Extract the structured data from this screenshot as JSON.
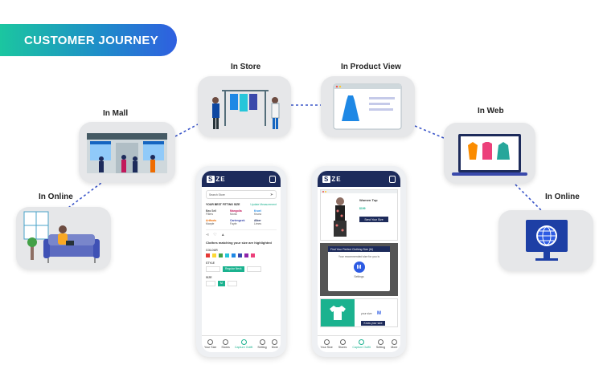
{
  "banner": {
    "title": "CUSTOMER JOURNEY"
  },
  "stages": {
    "online_left": "In Online",
    "mall": "In Mall",
    "store": "In Store",
    "product_view": "In Product View",
    "web": "In Web",
    "online_right": "In Online"
  },
  "phone1": {
    "search_placeholder": "Search Store",
    "best_fit_title": "YOUR BEST FITTING SIZE",
    "update_link": "Update Measurement",
    "brands": [
      {
        "name": "Bas Sell",
        "size": "Fillers"
      },
      {
        "name": "Mangolia",
        "size": "Moria"
      },
      {
        "name": "Kruel",
        "size": "Kruea"
      },
      {
        "name": "Artfoots",
        "size": "Marple"
      },
      {
        "name": "Cartengeek",
        "size": "Fayfe"
      },
      {
        "name": "Alber",
        "size": "Limes"
      }
    ],
    "clothes_text": "Clothes matching your size are highlighted",
    "colour_label": "COLOUR",
    "colours": [
      "#e53935",
      "#fdd835",
      "#43a047",
      "#26c6da",
      "#1e88e5",
      "#3949ab",
      "#8e24aa",
      "#ec407a"
    ],
    "style_label": "STYLE",
    "style_options": [
      "",
      "Regular Neck",
      ""
    ],
    "size_label": "SIZE",
    "size_options": [
      "",
      "M",
      ""
    ]
  },
  "phone2": {
    "product_title": "Women Top",
    "price": "$199",
    "modal_title": "Find Your Perfect Clothing Size (M)",
    "modal_subtitle": "Your recommended size for you is",
    "modal_size": "M",
    "modal_settings": "Settings",
    "cta": "Send Your Size",
    "bottom_text": "your size",
    "bottom_size": "M",
    "bottom_cta": "Know your size"
  },
  "tabs": [
    "Your Size",
    "Stores",
    "Capture Outfit",
    "Setting",
    "More"
  ],
  "colors": {
    "navy": "#1d2b5b",
    "teal": "#1bb28f",
    "connector": "#3b56c9"
  }
}
